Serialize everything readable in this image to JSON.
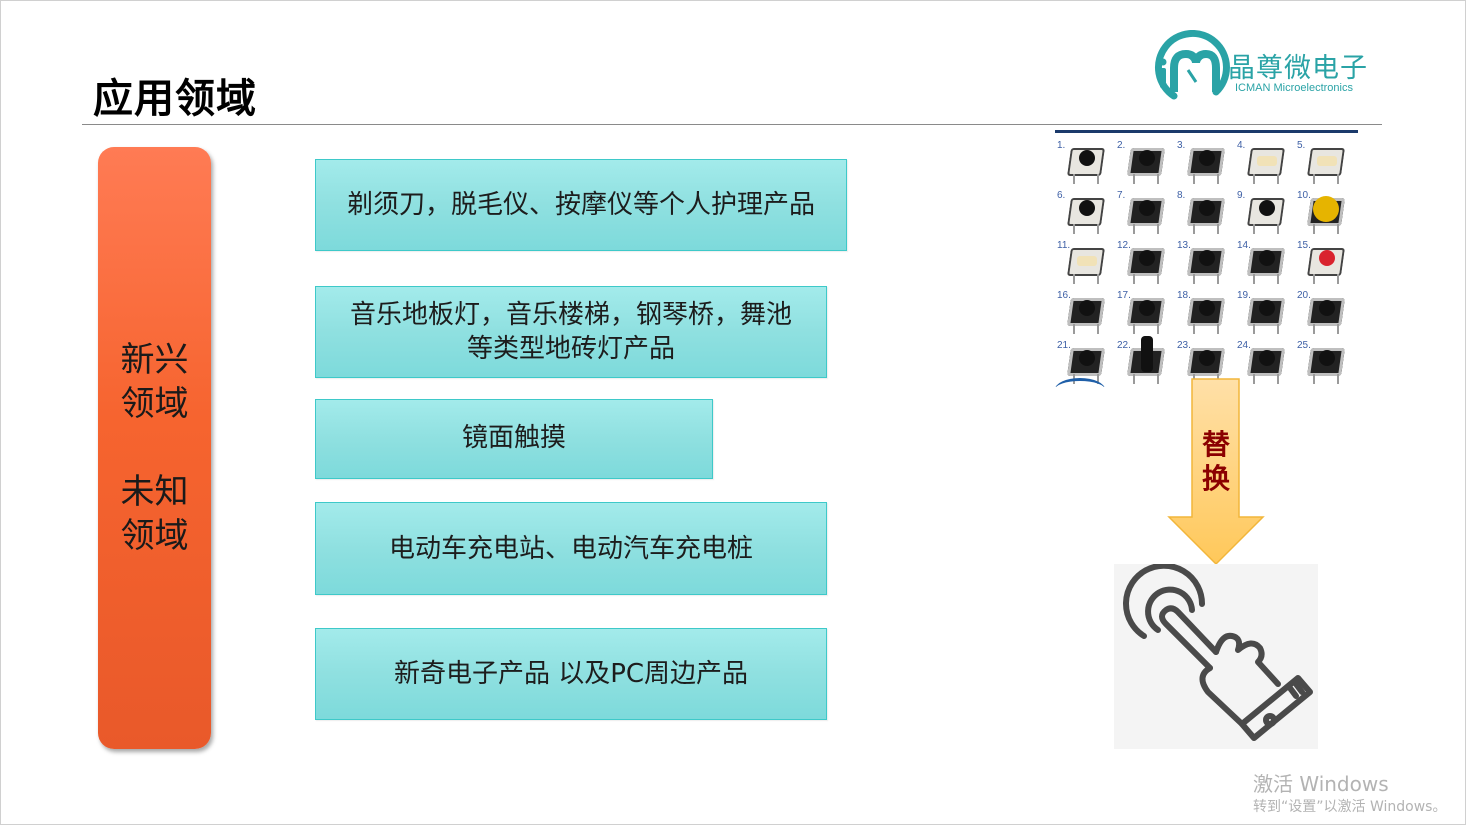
{
  "slide": {
    "title": "应用领域"
  },
  "logo": {
    "name_cn": "晶尊微电子",
    "name_en": "ICMAN Microelectronics",
    "color": "#2aa3a6"
  },
  "side_bar": {
    "line1": "新兴领域",
    "line2": "未知领域",
    "color": "#f6642f"
  },
  "areas": [
    {
      "text": "剃须刀，脱毛仪、按摩仪等个人护理产品"
    },
    {
      "line1": "音乐地板灯，音乐楼梯，钢琴桥，舞池",
      "line2": "等类型地砖灯产品"
    },
    {
      "text": "镜面触摸"
    },
    {
      "text": "电动车充电站、电动汽车充电桩"
    },
    {
      "text": "新奇电子产品 以及PC周边产品"
    }
  ],
  "switch_grid": {
    "labels": [
      "1.",
      "2.",
      "3.",
      "4.",
      "5.",
      "6.",
      "7.",
      "8.",
      "9.",
      "10.",
      "11.",
      "12.",
      "13.",
      "14.",
      "15.",
      "16.",
      "17.",
      "18.",
      "19.",
      "20.",
      "21.",
      "22.",
      "23.",
      "24.",
      "25."
    ]
  },
  "arrow": {
    "label": "替换",
    "fill": "#ffd27a",
    "text_color": "#8b0000"
  },
  "touch_icon": {
    "icon": "touch-hand-icon"
  },
  "watermark": {
    "title": "激活 Windows",
    "subtitle": "转到“设置”以激活 Windows。"
  }
}
